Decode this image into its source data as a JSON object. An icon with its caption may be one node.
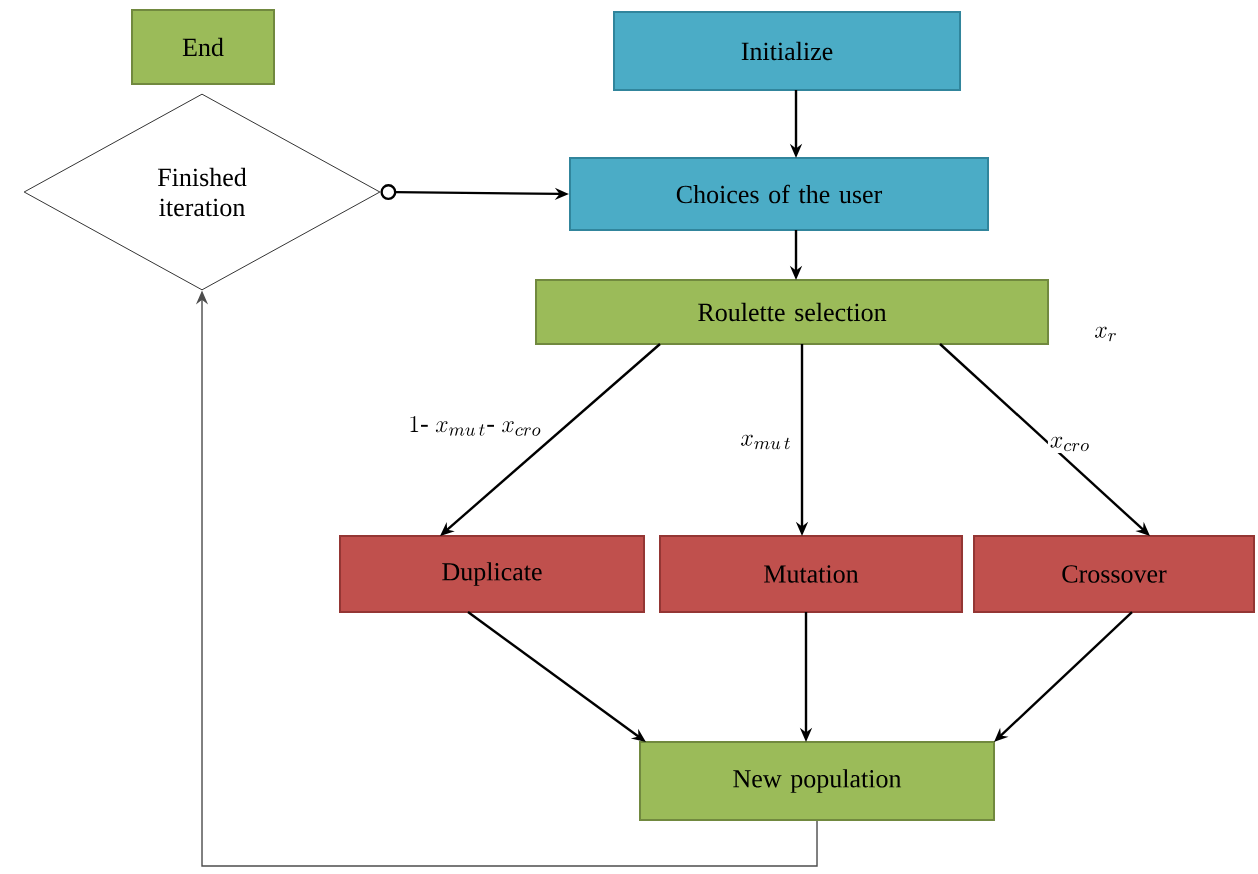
{
  "diagram": {
    "nodes": [
      {
        "text": [
          "End"
        ]
      },
      {
        "text": [
          "Finished iteration"
        ]
      },
      {
        "text": [
          "Initialize"
        ]
      },
      {
        "text": [
          "Choices of the user"
        ]
      },
      {
        "text": [
          "Roulette selection"
        ]
      },
      {
        "text": [
          "Duplicate"
        ]
      },
      {
        "text": [
          "Mutation"
        ]
      },
      {
        "text": [
          "Crossover"
        ]
      },
      {
        "text": [
          "New population"
        ]
      }
    ],
    "edges": [
      {
        "from": 2,
        "to": 3,
        "arrow": "to"
      },
      {
        "from": 3,
        "to": 4,
        "arrow": "to"
      },
      {
        "from": 4,
        "to": 5,
        "arrow": "to",
        "label": "1\\mbox{- }x_{mu\\,t}\\mbox{- }x_{cro}"
      },
      {
        "from": 4,
        "to": 6,
        "arrow": "to",
        "label": "x_{mu\\,t}"
      },
      {
        "from": 4,
        "to": 7,
        "arrow": "to",
        "label": "x_{cro}"
      },
      {
        "from": 5,
        "to": 8,
        "arrow": "to"
      },
      {
        "from": 6,
        "to": 8,
        "arrow": "to"
      },
      {
        "from": 7,
        "to": 8,
        "arrow": "to"
      },
      {
        "from": 8,
        "to": 1,
        "arrow": "to"
      },
      {
        "from": 1,
        "to": 3,
        "arrow": "to"
      }
    ],
    "labels": [
      "x_{r}"
    ]
  }
}
